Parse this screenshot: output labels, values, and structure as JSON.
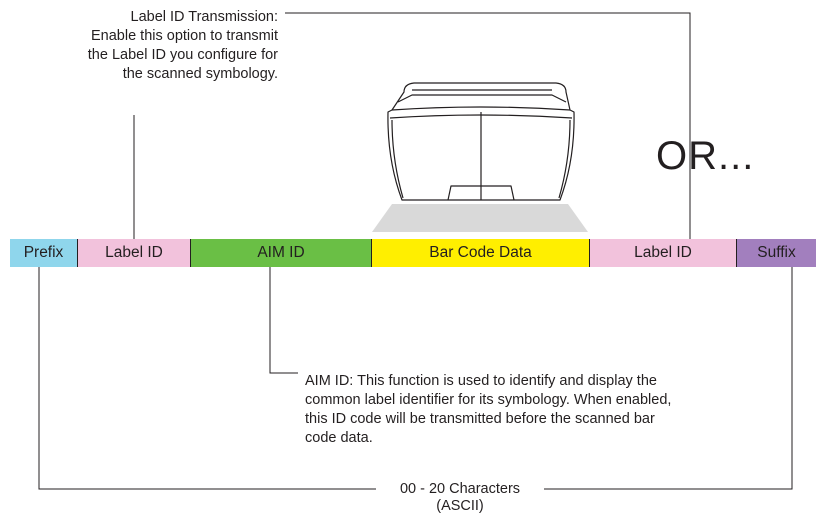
{
  "callouts": {
    "label_id": "Label ID Transmission:\nEnable this option to transmit\nthe Label ID you configure for\nthe scanned symbology.",
    "aim_id": "AIM ID: This function is used to identify and display the\ncommon label identifier for its symbology. When enabled,\nthis ID code will be transmitted before the scanned bar\ncode data.",
    "range": "00 - 20 Characters (ASCII)",
    "or": "OR..."
  },
  "fields": [
    {
      "label": "Prefix",
      "color": "#8fd6ec"
    },
    {
      "label": "Label ID",
      "color": "#f2c2dc"
    },
    {
      "label": "AIM ID",
      "color": "#6abf45"
    },
    {
      "label": "Bar Code Data",
      "color": "#ffef00"
    },
    {
      "label": "Label ID",
      "color": "#f2c2dc"
    },
    {
      "label": "Suffix",
      "color": "#a27fbe"
    }
  ],
  "colors": {
    "line": "#231f20",
    "scanner_shadow": "#d9d9d9"
  },
  "illustration": {
    "icon": "barcode-scanner-icon"
  }
}
